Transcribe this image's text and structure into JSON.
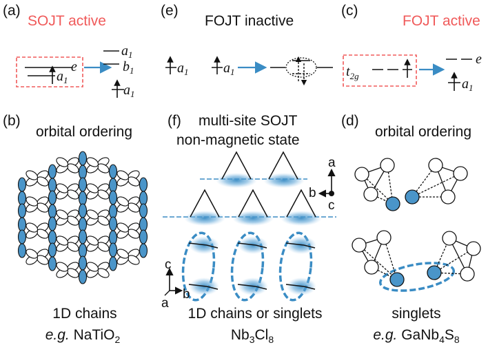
{
  "colors": {
    "accent_red": "#f05a5a",
    "accent_blue": "#3a8cc4",
    "node_blue": "#4a95c9",
    "line": "#111111"
  },
  "panels": {
    "a": {
      "label": "(a)",
      "title": "SOJT active",
      "levels": {
        "e": "e",
        "a1_left": "a",
        "a1_left_sub": "1",
        "a1_top": "a",
        "a1_top_sub": "1",
        "b1": "b",
        "b1_sub": "1",
        "a1_bottom": "a",
        "a1_bottom_sub": "1"
      }
    },
    "e": {
      "label": "(e)",
      "title": "FOJT inactive",
      "levels": {
        "a1_1": "a",
        "a1_1_sub": "1",
        "a1_2": "a",
        "a1_2_sub": "1"
      }
    },
    "c": {
      "label": "(c)",
      "title": "FOJT active",
      "levels": {
        "t2g": "t",
        "t2g_sub": "2g",
        "e": "e",
        "a1": "a",
        "a1_sub": "1"
      }
    },
    "b": {
      "label": "(b)",
      "title": "orbital ordering",
      "caption_line1": "1D chains",
      "caption_eg": "e.g.",
      "caption_compound": "NaTiO",
      "caption_compound_sub": "2"
    },
    "f": {
      "label": "(f)",
      "title_line1": "multi-site SOJT",
      "title_line2": "non-magnetic state",
      "caption_line1": "1D chains or singlets",
      "caption_compound": "Nb",
      "caption_sub1": "3",
      "caption_mid": "Cl",
      "caption_sub2": "8",
      "axes_top": {
        "a": "a",
        "b": "b",
        "c": "c"
      },
      "axes_bottom": {
        "c": "c",
        "a": "a",
        "b": "b"
      }
    },
    "d": {
      "label": "(d)",
      "title": "orbital ordering",
      "caption_line1": "singlets",
      "caption_eg": "e.g.",
      "caption_compound": "GaNb",
      "caption_sub1": "4",
      "caption_mid": "S",
      "caption_sub2": "8"
    }
  }
}
